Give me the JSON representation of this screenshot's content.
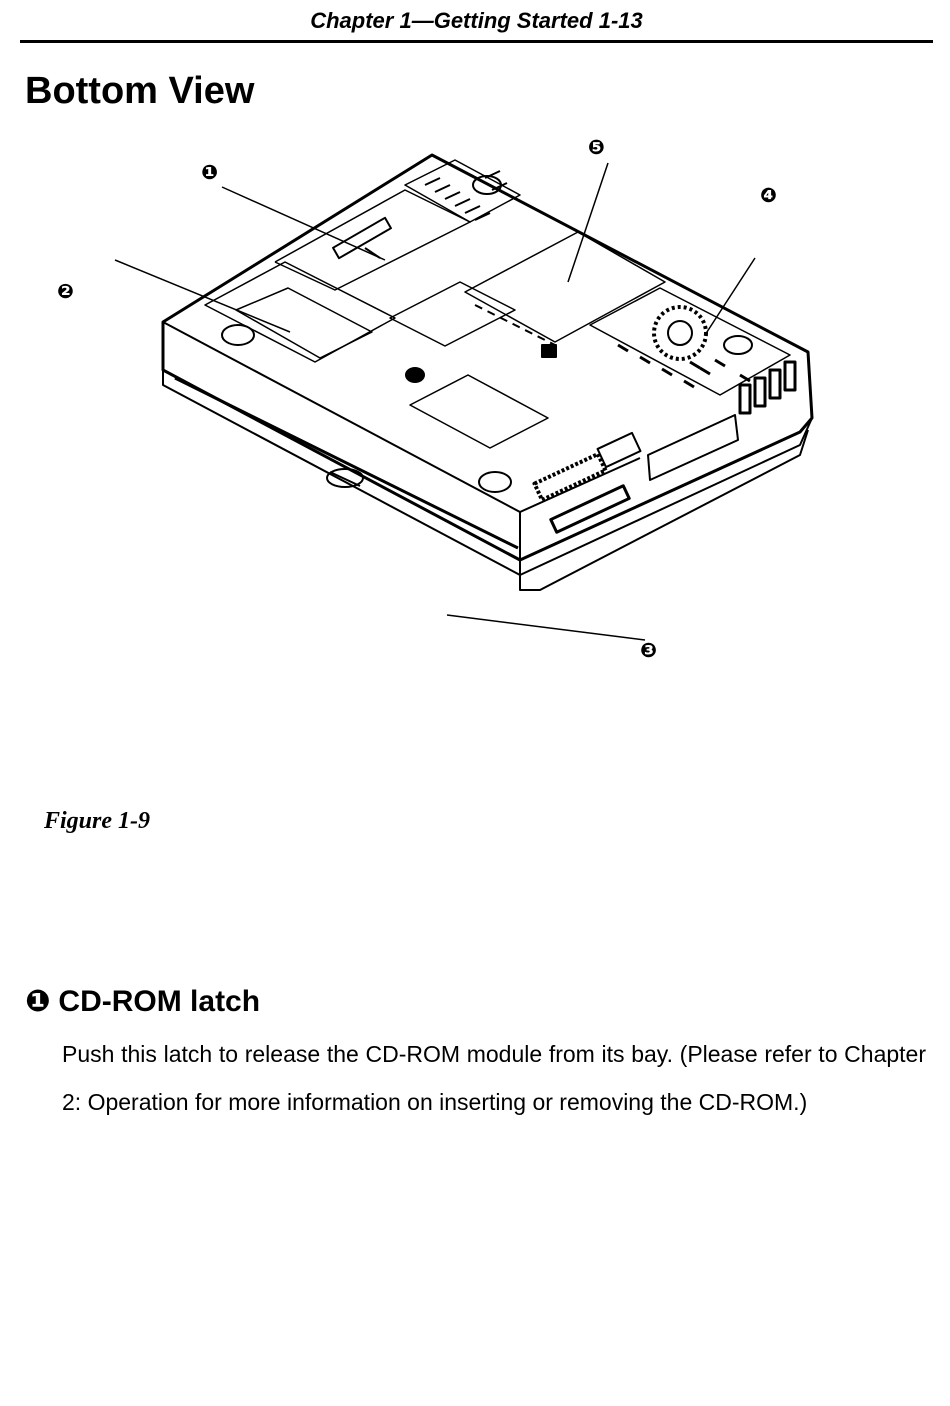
{
  "header": {
    "text": "Chapter 1—Getting Started   1-13"
  },
  "page_title": "Bottom View",
  "figure": {
    "callouts": {
      "c1": "❶",
      "c2": "❷",
      "c3": "❸",
      "c4": "❹",
      "c5": "❺"
    },
    "caption": "Figure 1-9"
  },
  "section": {
    "number": "❶",
    "title": "CD-ROM latch",
    "body": "Push this latch to release the CD-ROM module from its bay. (Please refer to Chapter 2: Operation for more information on inserting or removing the CD-ROM.)"
  }
}
